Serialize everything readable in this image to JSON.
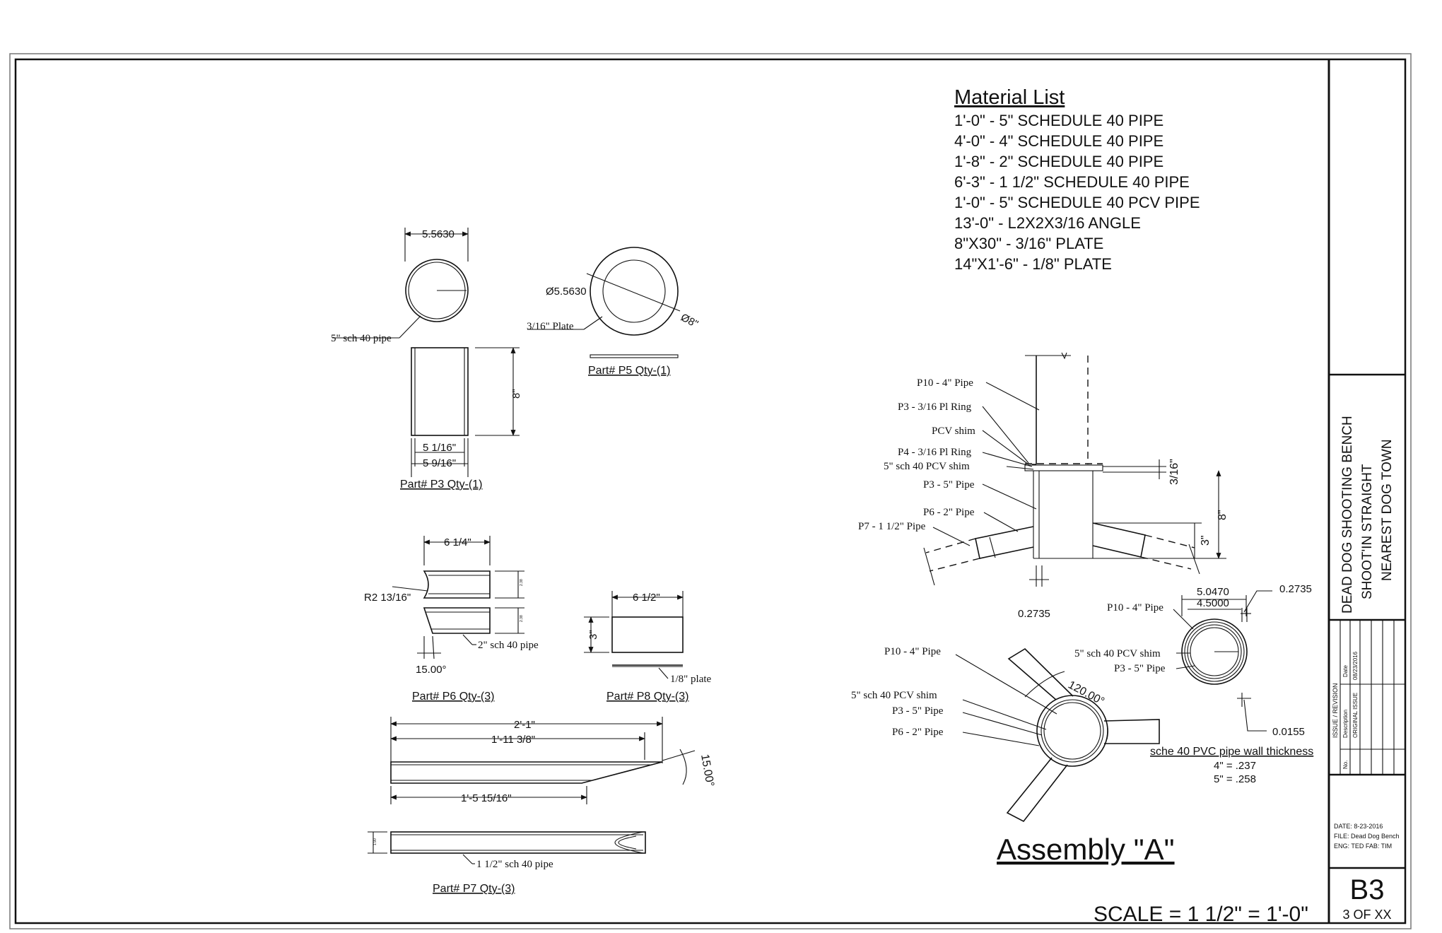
{
  "material_list": {
    "title": "Material List",
    "items": [
      "1'-0\" - 5\" SCHEDULE 40 PIPE",
      "4'-0\" - 4\" SCHEDULE 40 PIPE",
      "1'-8\" - 2\" SCHEDULE 40 PIPE",
      "6'-3\" - 1 1/2\" SCHEDULE 40 PIPE",
      "1'-0\" - 5\" SCHEDULE 40 PCV PIPE",
      "13'-0\" - L2X2X3/16 ANGLE",
      "8\"X30\" - 3/16\" PLATE",
      "14\"X1'-6\" - 1/8\" PLATE"
    ]
  },
  "part_p3": {
    "width_dim": "5.5630",
    "pipe_label": "5\" sch 40 pipe",
    "height_dim": "8\"",
    "inner_dim": "5 1/16\"",
    "outer_dim": "5 9/16\"",
    "caption": "Part# P3  Qty-(1)"
  },
  "part_p5": {
    "inner_dia": "Ø5.5630",
    "outer_dia": "Ø8\"",
    "plate_label": "3/16\" Plate",
    "caption": "Part# P5  Qty-(1)"
  },
  "part_p6": {
    "length_dim": "6 1/4\"",
    "radius": "R2 13/16\"",
    "small_dim_1": "2.38",
    "small_dim_2": "2.38",
    "pipe_label": "2\" sch 40 pipe",
    "angle": "15.00°",
    "caption": "Part# P6  Qty-(3)"
  },
  "part_p8": {
    "width_dim": "6 1/2\"",
    "height_dim": "3\"",
    "plate_label": "1/8\" plate",
    "caption": "Part# P8  Qty-(3)"
  },
  "part_p7": {
    "overall_dim": "2'-1\"",
    "long_dim": "1'-11 3/8\"",
    "short_dim": "1'-5 15/16\"",
    "angle": "15.00°",
    "small_dim": "1.90",
    "pipe_label": "1 1/2\" sch 40 pipe",
    "caption": "Part# P7  Qty-(3)"
  },
  "assembly_elevation": {
    "labels": [
      "P10 - 4\" Pipe",
      "P3 - 3/16 Pl Ring",
      "PCV shim",
      "P4 - 3/16 Pl Ring",
      "5\" sch 40 PCV shim",
      "P3 - 5\" Pipe",
      "P6 - 2\" Pipe",
      "P7 - 1 1/2\" Pipe"
    ],
    "dim_top": "3/16\"",
    "dim_height": "8\"",
    "dim_low": "3\"",
    "bottom_value": "0.2735"
  },
  "assembly_plan": {
    "labels": [
      "P10 - 4\" Pipe",
      "5\" sch 40 PCV shim",
      "P3 - 5\" Pipe",
      "P6 - 2\" Pipe"
    ],
    "angle": "120.00°"
  },
  "detail_section": {
    "labels": [
      "P10 - 4\" Pipe",
      "5\" sch 40 PCV shim",
      "P3 - 5\" Pipe"
    ],
    "dim_outer": "5.0470",
    "dim_inner": "4.5000",
    "dim_wall": "0.2735",
    "dim_gap": "0.0155",
    "note_title": "sche 40 PVC pipe wall thickness",
    "note_4": "4\" = .237",
    "note_5": "5\" = .258"
  },
  "assembly_title": "Assembly \"A\"",
  "scale_text": "SCALE = 1 1/2\" = 1'-0\"",
  "title_block": {
    "line1": "DEAD DOG SHOOTING BENCH",
    "line2": "SHOOT'IN STRAIGHT",
    "line3": "NEAREST DOG TOWN",
    "revision_header": "ISSUE / REVISION",
    "col_no": "No.",
    "col_description": "Description",
    "col_date": "Date",
    "rev_description": "ORIGINAL ISSUE",
    "rev_date": "08/23/2016",
    "date_line": "DATE: 8-23-2016",
    "file_line": "FILE: Dead Dog Bench",
    "eng_line": "ENG: TED   FAB: TIM",
    "sheet_number": "B3",
    "sheet_of": "3 OF XX"
  }
}
